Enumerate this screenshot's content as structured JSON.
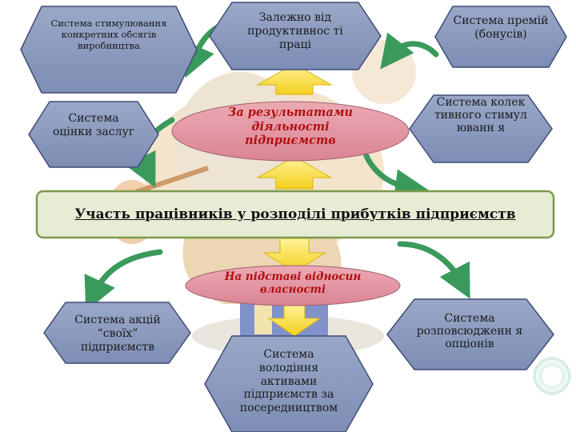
{
  "hexagons": {
    "top_left": "Система стимулювання конкретних обсягів виробництва",
    "top_center": "Залежно від продуктивнос ті праці",
    "top_right": "Система премій (бонусів)",
    "mid_left": "Система оцінки заслуг",
    "mid_right": "Система колективного стимулюванн я",
    "bottom_left": "Система акцій “своїх” підприємств",
    "bottom_center": "Система володіння активами підприємств за посередництвом",
    "bottom_right": "Система розповсюдженн я опціонів"
  },
  "ellipses": {
    "results": "За результатами діяльності підприємств",
    "ownership": "На підставі відносин власності"
  },
  "banner": "Участь працівників у розподілі прибутків підприємств",
  "colors": {
    "hexagon_fill": "#8b9bbf",
    "hexagon_stroke": "#3f4c78",
    "ellipse_fill": "#e393a0",
    "ellipse_text": "#b01010",
    "banner_fill": "#e6edd4",
    "banner_stroke": "#7c9a4c",
    "arrow_yellow": "#fbe34a",
    "arrow_green": "#3a9a5c"
  }
}
